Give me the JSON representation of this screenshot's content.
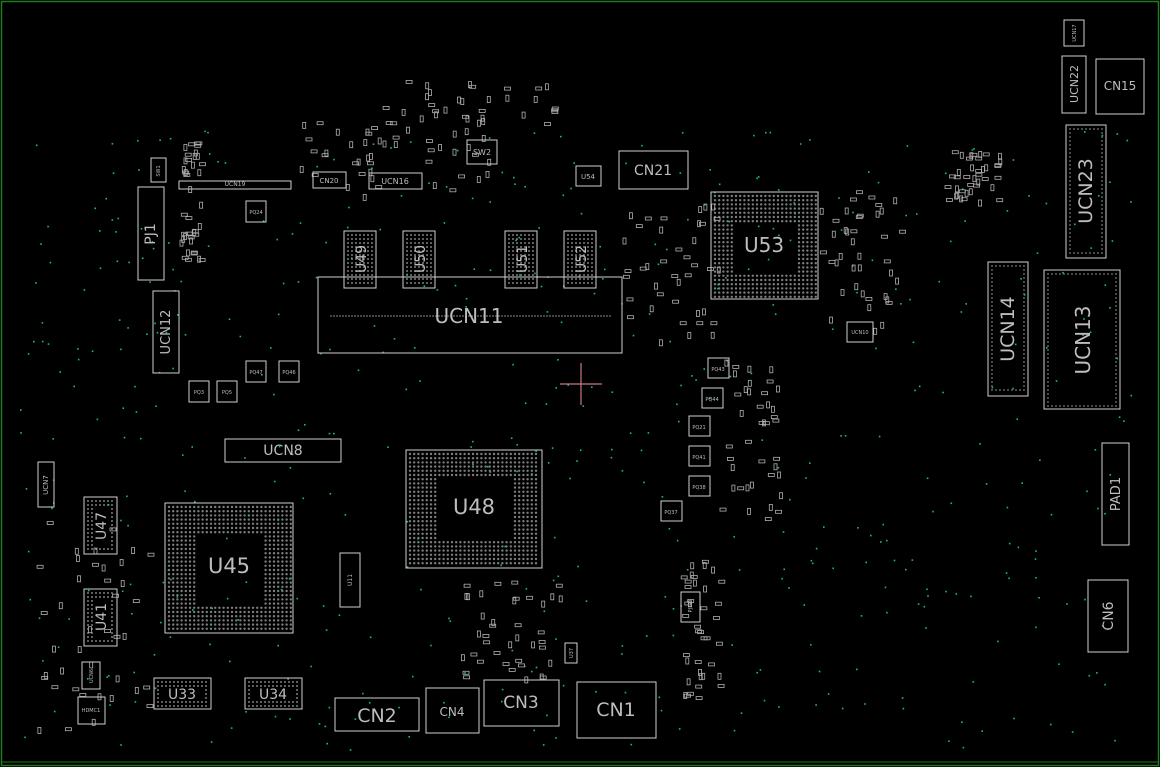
{
  "board": {
    "frame_color": "#1e7a1e",
    "background": "#000000",
    "outline_color": "#cfcfcf",
    "via_color": "#19b5a0",
    "marker_color": "#c77a7a"
  },
  "components": {
    "U53": "U53",
    "U48": "U48",
    "U45": "U45",
    "UCN11": "UCN11",
    "UCN13": "UCN13",
    "UCN14": "UCN14",
    "UCN23": "UCN23",
    "UCN8": "UCN8",
    "UCN12": "UCN12",
    "UCN22": "UCN22",
    "UCN7": "UCN7",
    "UCN19": "UCN19",
    "UCN16": "UCN16",
    "UCN10": "UCN10",
    "UCN6": "UCN6",
    "UCN17": "UCN17",
    "CN21": "CN21",
    "CN20": "CN20",
    "CN15": "CN15",
    "CN6": "CN6",
    "CN1": "CN1",
    "CN2": "CN2",
    "CN3": "CN3",
    "CN4": "CN4",
    "U49": "U49",
    "U50": "U50",
    "U51": "U51",
    "U52": "U52",
    "U47": "U47",
    "U41": "U41",
    "U33": "U33",
    "U34": "U34",
    "U54": "U54",
    "U37": "U37",
    "U11": "U11",
    "PJ1": "PJ1",
    "PJ11": "PJ11",
    "PAD1": "PAD1",
    "SW2": "SW2",
    "SW1": "SW1",
    "HDMC1": "HDMC1",
    "PQ3": "PQ3",
    "PQ5": "PQ5",
    "PQ47": "PQ47",
    "PQ46": "PQ46",
    "PQ24": "PQ24",
    "PQ43": "PQ43",
    "PQ44": "PQ44",
    "PQ21": "PQ21",
    "PQ41": "PQ41",
    "PQ38": "PQ38",
    "PQ37": "PQ37"
  }
}
